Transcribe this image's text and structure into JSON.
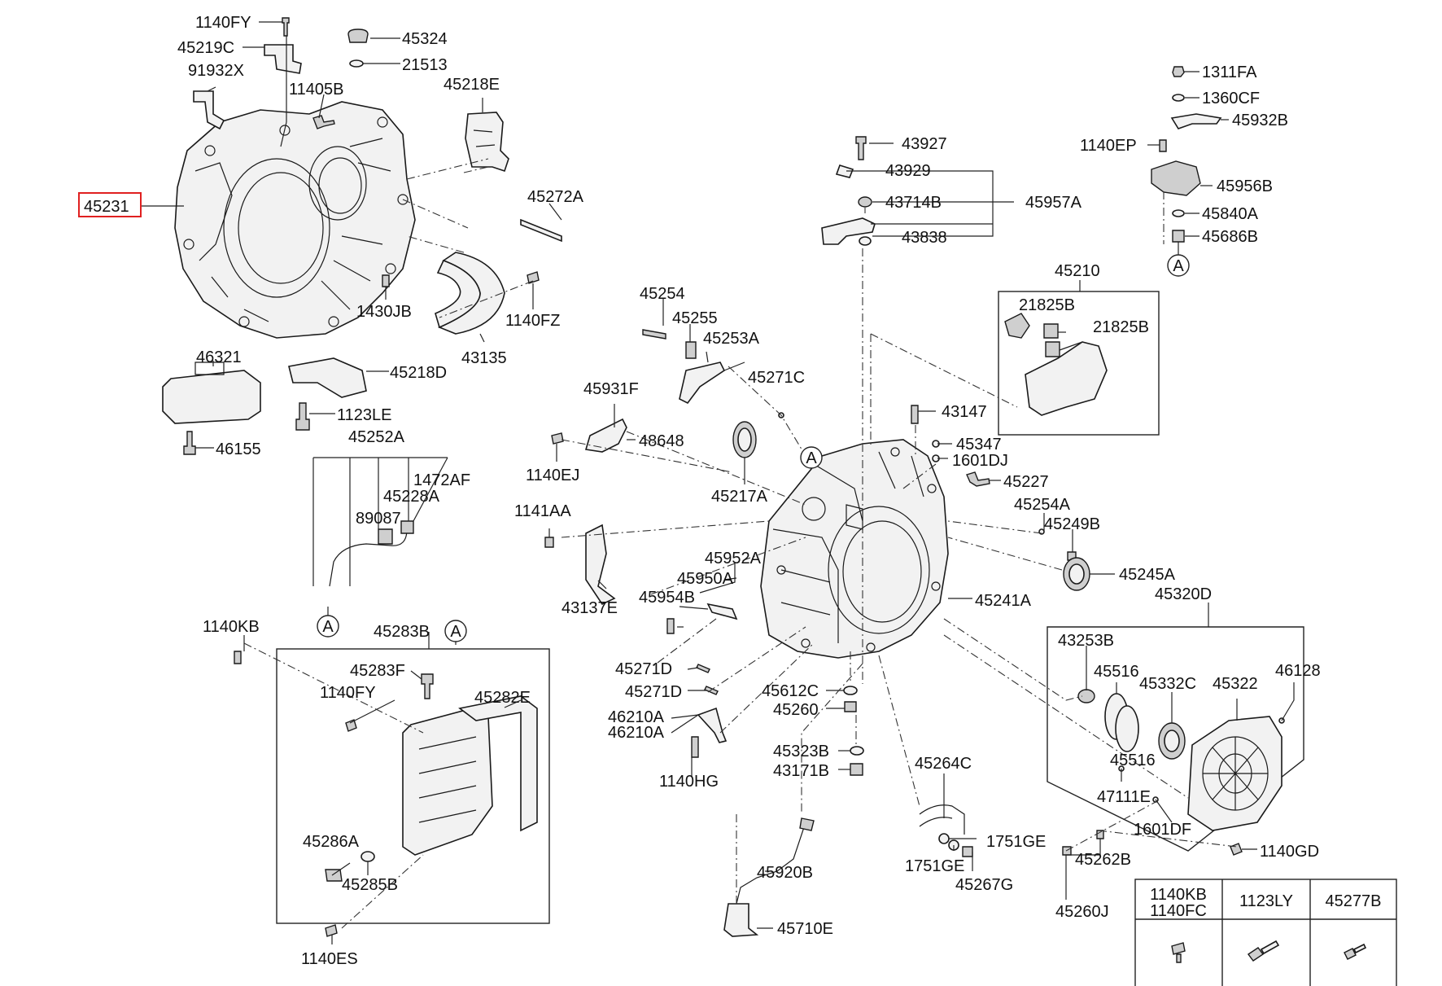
{
  "highlighted_part": "45231",
  "labels": [
    {
      "id": "l-1140FY-top",
      "text": "1140FY"
    },
    {
      "id": "l-45219C",
      "text": "45219C"
    },
    {
      "id": "l-91932X",
      "text": "91932X"
    },
    {
      "id": "l-45324",
      "text": "45324"
    },
    {
      "id": "l-21513",
      "text": "21513"
    },
    {
      "id": "l-11405B",
      "text": "11405B"
    },
    {
      "id": "l-45218E",
      "text": "45218E"
    },
    {
      "id": "l-45231",
      "text": "45231"
    },
    {
      "id": "l-45272A",
      "text": "45272A"
    },
    {
      "id": "l-1430JB",
      "text": "1430JB"
    },
    {
      "id": "l-1140FZ",
      "text": "1140FZ"
    },
    {
      "id": "l-43135",
      "text": "43135"
    },
    {
      "id": "l-46321",
      "text": "46321"
    },
    {
      "id": "l-45218D",
      "text": "45218D"
    },
    {
      "id": "l-1123LE",
      "text": "1123LE"
    },
    {
      "id": "l-46155",
      "text": "46155"
    },
    {
      "id": "l-45252A",
      "text": "45252A"
    },
    {
      "id": "l-1472AF",
      "text": "1472AF"
    },
    {
      "id": "l-45228A",
      "text": "45228A"
    },
    {
      "id": "l-89087",
      "text": "89087"
    },
    {
      "id": "l-43927",
      "text": "43927"
    },
    {
      "id": "l-43929",
      "text": "43929"
    },
    {
      "id": "l-43714B",
      "text": "43714B"
    },
    {
      "id": "l-45957A",
      "text": "45957A"
    },
    {
      "id": "l-43838",
      "text": "43838"
    },
    {
      "id": "l-1311FA",
      "text": "1311FA"
    },
    {
      "id": "l-1360CF",
      "text": "1360CF"
    },
    {
      "id": "l-45932B",
      "text": "45932B"
    },
    {
      "id": "l-1140EP",
      "text": "1140EP"
    },
    {
      "id": "l-45956B",
      "text": "45956B"
    },
    {
      "id": "l-45840A",
      "text": "45840A"
    },
    {
      "id": "l-45686B",
      "text": "45686B"
    },
    {
      "id": "l-45210",
      "text": "45210"
    },
    {
      "id": "l-21825B-1",
      "text": "21825B"
    },
    {
      "id": "l-21825B-2",
      "text": "21825B"
    },
    {
      "id": "l-45254",
      "text": "45254"
    },
    {
      "id": "l-45255",
      "text": "45255"
    },
    {
      "id": "l-45253A",
      "text": "45253A"
    },
    {
      "id": "l-45271C",
      "text": "45271C"
    },
    {
      "id": "l-45931F",
      "text": "45931F"
    },
    {
      "id": "l-48648",
      "text": "48648"
    },
    {
      "id": "l-1140EJ",
      "text": "1140EJ"
    },
    {
      "id": "l-43147",
      "text": "43147"
    },
    {
      "id": "l-45347",
      "text": "45347"
    },
    {
      "id": "l-1601DJ",
      "text": "1601DJ"
    },
    {
      "id": "l-45227",
      "text": "45227"
    },
    {
      "id": "l-45217A",
      "text": "45217A"
    },
    {
      "id": "l-1141AA",
      "text": "1141AA"
    },
    {
      "id": "l-45254A",
      "text": "45254A"
    },
    {
      "id": "l-45249B",
      "text": "45249B"
    },
    {
      "id": "l-45952A",
      "text": "45952A"
    },
    {
      "id": "l-45950A",
      "text": "45950A"
    },
    {
      "id": "l-43137E",
      "text": "43137E"
    },
    {
      "id": "l-45954B",
      "text": "45954B"
    },
    {
      "id": "l-45245A",
      "text": "45245A"
    },
    {
      "id": "l-45241A",
      "text": "45241A"
    },
    {
      "id": "l-45320D",
      "text": "45320D"
    },
    {
      "id": "l-1140KB",
      "text": "1140KB"
    },
    {
      "id": "l-45283B",
      "text": "45283B"
    },
    {
      "id": "l-45283F",
      "text": "45283F"
    },
    {
      "id": "l-1140FY-2",
      "text": "1140FY"
    },
    {
      "id": "l-45282E",
      "text": "45282E"
    },
    {
      "id": "l-45271D-1",
      "text": "45271D"
    },
    {
      "id": "l-45271D-2",
      "text": "45271D"
    },
    {
      "id": "l-45612C",
      "text": "45612C"
    },
    {
      "id": "l-45260",
      "text": "45260"
    },
    {
      "id": "l-46210A-1",
      "text": "46210A"
    },
    {
      "id": "l-46210A-2",
      "text": "46210A"
    },
    {
      "id": "l-45323B",
      "text": "45323B"
    },
    {
      "id": "l-43171B",
      "text": "43171B"
    },
    {
      "id": "l-1140HG",
      "text": "1140HG"
    },
    {
      "id": "l-43253B",
      "text": "43253B"
    },
    {
      "id": "l-45516-1",
      "text": "45516"
    },
    {
      "id": "l-45332C",
      "text": "45332C"
    },
    {
      "id": "l-45322",
      "text": "45322"
    },
    {
      "id": "l-46128",
      "text": "46128"
    },
    {
      "id": "l-45516-2",
      "text": "45516"
    },
    {
      "id": "l-47111E",
      "text": "47111E"
    },
    {
      "id": "l-45264C",
      "text": "45264C"
    },
    {
      "id": "l-1751GE-1",
      "text": "1751GE"
    },
    {
      "id": "l-1751GE-2",
      "text": "1751GE"
    },
    {
      "id": "l-45267G",
      "text": "45267G"
    },
    {
      "id": "l-1601DF",
      "text": "1601DF"
    },
    {
      "id": "l-1140GD",
      "text": "1140GD"
    },
    {
      "id": "l-45286A",
      "text": "45286A"
    },
    {
      "id": "l-45285B",
      "text": "45285B"
    },
    {
      "id": "l-45920B",
      "text": "45920B"
    },
    {
      "id": "l-45262B",
      "text": "45262B"
    },
    {
      "id": "l-45260J",
      "text": "45260J"
    },
    {
      "id": "l-45710E",
      "text": "45710E"
    },
    {
      "id": "l-1140ES",
      "text": "1140ES"
    }
  ],
  "reference_marks": [
    "A",
    "A",
    "A",
    "A"
  ],
  "parts_table": {
    "columns": [
      {
        "codes": [
          "1140KB",
          "1140FC"
        ],
        "icon": "bolt-flange-icon"
      },
      {
        "codes": [
          "1123LY"
        ],
        "icon": "bolt-icon"
      },
      {
        "codes": [
          "45277B"
        ],
        "icon": "bolt-small-icon"
      }
    ]
  }
}
